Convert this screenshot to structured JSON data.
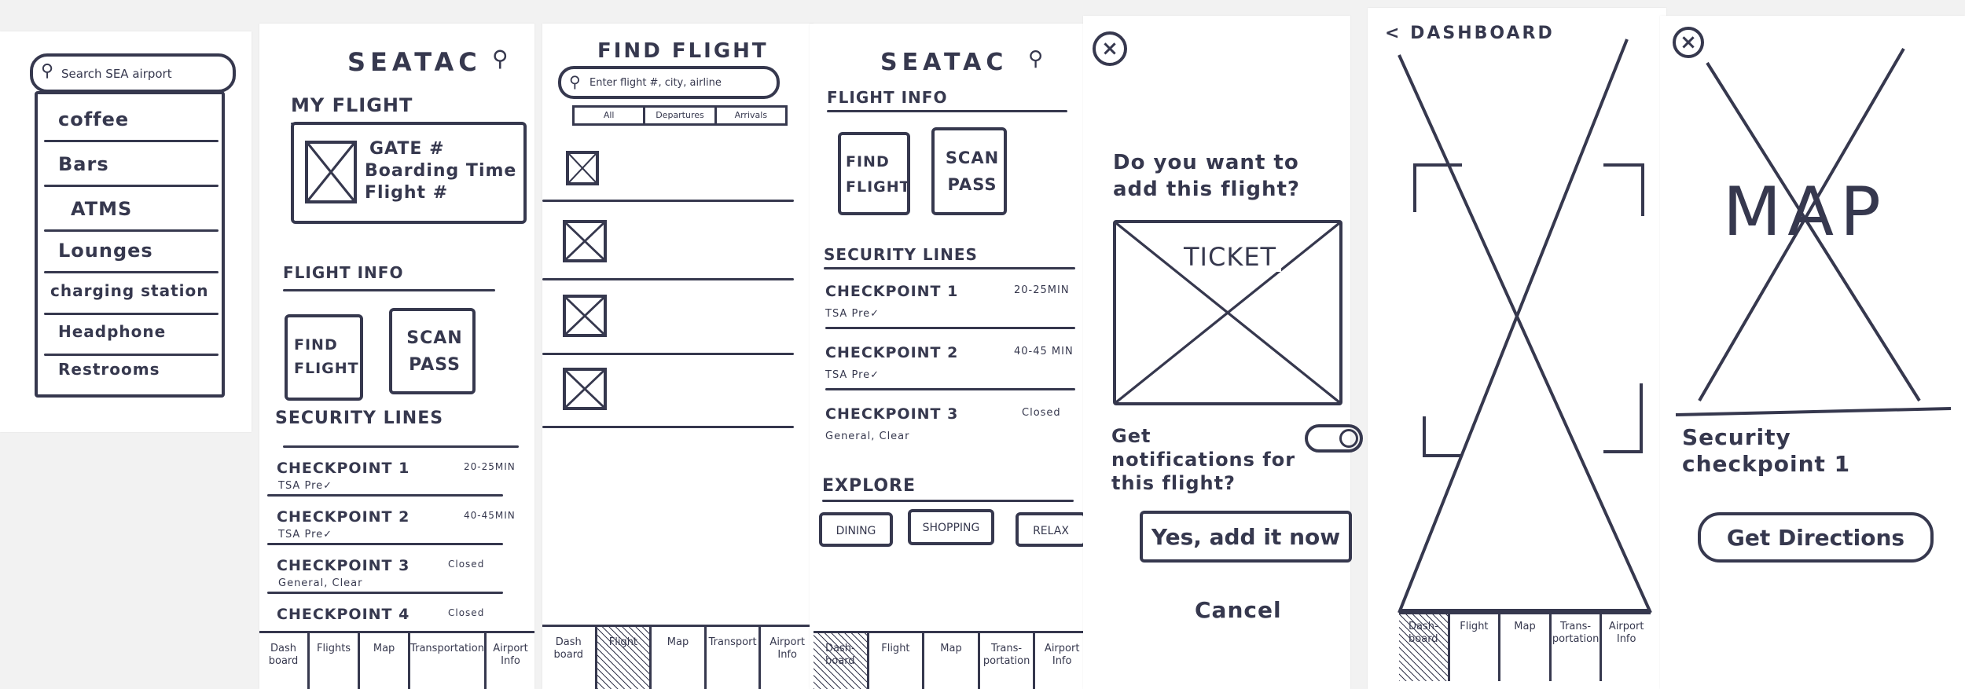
{
  "search_sheet": {
    "search_placeholder": "Search SEA airport",
    "items": [
      "coffee",
      "Bars",
      "ATMS",
      "Lounges",
      "charging station",
      "Headphone",
      "Restrooms"
    ]
  },
  "dashboard_a": {
    "title": "SEATAC",
    "my_flight_heading": "MY FLIGHT",
    "card_lines": [
      "GATE #",
      "Boarding Time",
      "Flight #"
    ],
    "flight_info_heading": "FLIGHT INFO",
    "find_flight": "FIND FLIGHT",
    "scan_pass": "SCAN PASS",
    "security_heading": "SECURITY LINES",
    "checkpoints": [
      {
        "name": "CHECKPOINT 1",
        "wait": "20-25MIN",
        "note": "TSA Pre✓"
      },
      {
        "name": "CHECKPOINT 2",
        "wait": "40-45MIN",
        "note": "TSA Pre✓"
      },
      {
        "name": "CHECKPOINT 3",
        "wait": "Closed",
        "note": "General, Clear"
      },
      {
        "name": "CHECKPOINT 4",
        "wait": "Closed",
        "note": ""
      }
    ],
    "tabs": [
      "Dash board",
      "Flights",
      "Map",
      "Transportation",
      "Airport Info"
    ]
  },
  "find_flight": {
    "title": "FIND FLIGHT",
    "search_placeholder": "Enter flight #, city, airline",
    "segments": [
      "All",
      "Departures",
      "Arrivals"
    ],
    "tabs": [
      "Dash board",
      "Flight",
      "Map",
      "Transport",
      "Airport Info"
    ]
  },
  "dashboard_b": {
    "title": "SEATAC",
    "flight_info_heading": "FLIGHT INFO",
    "find_flight": "FIND FLIGHT",
    "scan_pass": "SCAN PASS",
    "security_heading": "SECURITY LINES",
    "checkpoints": [
      {
        "name": "CHECKPOINT 1",
        "wait": "20-25MIN",
        "note": "TSA Pre✓"
      },
      {
        "name": "CHECKPOINT 2",
        "wait": "40-45 MIN",
        "note": "TSA Pre✓"
      },
      {
        "name": "CHECKPOINT 3",
        "wait": "Closed",
        "note": "General, Clear"
      }
    ],
    "explore_heading": "EXPLORE",
    "explore_buttons": [
      "DINING",
      "SHOPPING",
      "RELAX"
    ],
    "tabs": [
      "Dash- board",
      "Flight",
      "Map",
      "Trans- portation",
      "Airport Info"
    ]
  },
  "add_flight": {
    "close": "×",
    "question": "Do you want to add this flight?",
    "ticket_label": "TICKET",
    "notify_label": "Get notifications for this flight?",
    "confirm": "Yes, add it now",
    "cancel": "Cancel"
  },
  "scan_screen": {
    "back": "< DASHBOARD",
    "tabs": [
      "Dash- board",
      "Flight",
      "Map",
      "Trans- portation",
      "Airport Info"
    ]
  },
  "map_screen": {
    "close": "×",
    "map_label": "MAP",
    "place": "Security checkpoint 1",
    "directions": "Get Directions"
  }
}
